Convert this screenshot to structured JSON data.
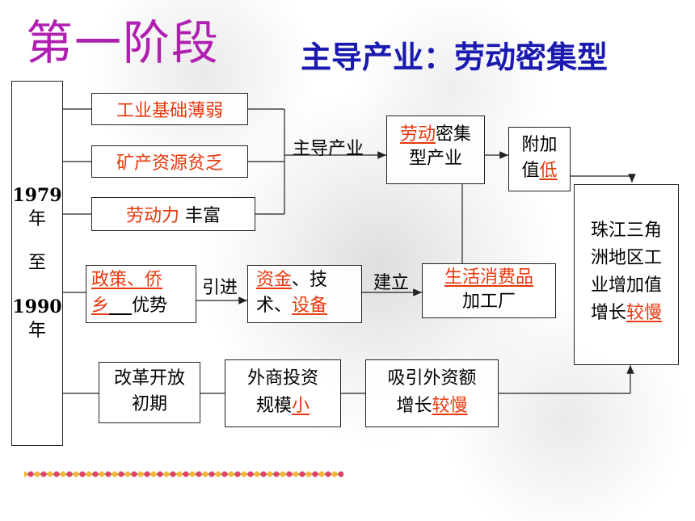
{
  "title": "第一阶段",
  "subtitle": "主导产业：劳动密集型",
  "period": {
    "start": "1979",
    "start_unit": "年",
    "to": "至",
    "end": "1990",
    "end_unit": "年"
  },
  "factors": {
    "weak_industry": "工业基础薄弱",
    "lack_resources": "矿产资源贫乏",
    "labor_red": "劳动力",
    "labor_rest": "丰富"
  },
  "policy": {
    "red_line1": "政策、侨",
    "red_line2": "乡",
    "rest": "优势"
  },
  "introduce_label": "引进",
  "capital": {
    "red1": "资金",
    "mid1": "、技",
    "mid2": "术、",
    "red2": "设备"
  },
  "build_label": "建立",
  "factory": {
    "red": "生活消费品",
    "rest": "加工厂"
  },
  "leading_label": "主导产业",
  "labor_industry": {
    "red": "劳动",
    "mid": "密集",
    "rest": "型产业"
  },
  "value_added": {
    "line1": "附加",
    "line2_prefix": "值",
    "red": "低"
  },
  "result": {
    "line1": "珠江三角",
    "line2": "洲地区工",
    "line3": "业增加值",
    "line4_prefix": "增长",
    "red": "较慢"
  },
  "reform": {
    "line1": "改革开放",
    "line2": "初期"
  },
  "investment": {
    "line1": "外商投资",
    "line2_prefix": "规模",
    "red": "小"
  },
  "attraction": {
    "line1": "吸引外资额",
    "line2_prefix": "增长",
    "red": "较慢"
  }
}
